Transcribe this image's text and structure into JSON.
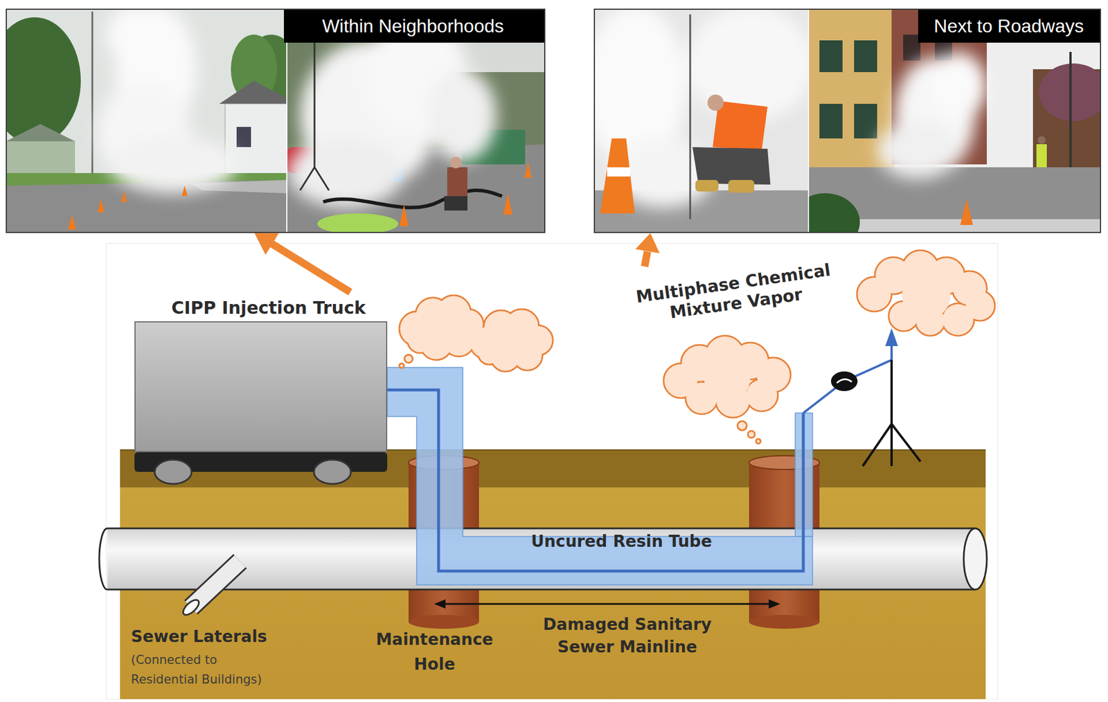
{
  "diagram": {
    "nodes": [
      {
        "text": [
          "Within Neighborhoods"
        ]
      },
      {
        "text": [
          "Next to Roadways"
        ]
      },
      {
        "text": [
          "CIPP Injection Truck"
        ]
      }
    ],
    "edges": [
      {
        "from": 2,
        "to": 0,
        "arrow": "to"
      }
    ],
    "labels": [
      "Multiphase Chemical Mixture Vapor",
      "Uncured Resin Tube",
      "Sewer Laterals",
      "(Connected to Residential Buildings)",
      "Maintenance Hole",
      "Damaged Sanitary Sewer Mainline"
    ]
  }
}
